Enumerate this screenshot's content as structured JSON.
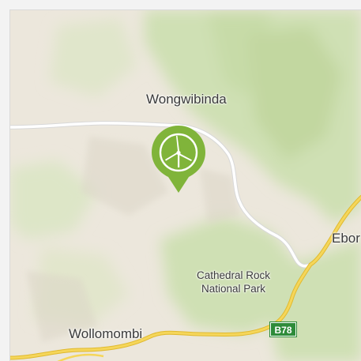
{
  "map": {
    "colors": {
      "land": "#ece7dc",
      "forest": "#cfe0b4",
      "road_main": "#ffffff",
      "road_highway": "#f2cf3e",
      "marker": "#80b43a"
    },
    "places": {
      "wongwibinda": "Wongwibinda",
      "ebor": "Ebor",
      "wollomombi": "Wollomombi",
      "park_line1": "Cathedral Rock",
      "park_line2": "National Park"
    },
    "road_shield": "B78",
    "marker_icon": "wind-turbine-icon"
  }
}
